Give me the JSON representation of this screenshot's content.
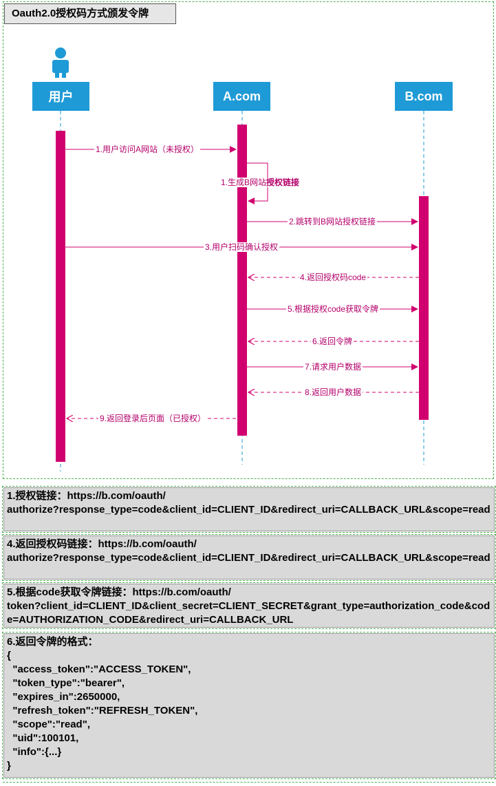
{
  "title": "Oauth2.0授权码方式颁发令牌",
  "actors": [
    "用户",
    "A.com",
    "B.com"
  ],
  "messages": {
    "m1": "1.用户访问A网站（未授权）",
    "m1b_prefix": "1.生成B网站",
    "m1b_bold": "授权链接",
    "m2": "2.跳转到B网站授权链接",
    "m3": "3.用户扫码确认授权",
    "m4": "4.返回授权码code",
    "m5": "5.根据授权code获取令牌",
    "m6": "6.返回令牌",
    "m7": "7.请求用户数据",
    "m8": "8.返回用户数据",
    "m9": "9.返回登录后页面（已授权）"
  },
  "notes": {
    "n1_head": "1.授权链接：https://b.com/oauth/",
    "n1_body": "authorize?response_type=code&client_id=CLIENT_ID&redirect_uri=CALLBACK_URL&scope=read",
    "n4_head": "4.返回授权码链接：https://b.com/oauth/",
    "n4_body": "authorize?response_type=code&client_id=CLIENT_ID&redirect_uri=CALLBACK_URL&scope=read",
    "n5_head": "5.根据code获取令牌链接：https://b.com/oauth/",
    "n5_body": "token?client_id=CLIENT_ID&client_secret=CLIENT_SECRET&grant_type=authorization_code&code=AUTHORIZATION_CODE&redirect_uri=CALLBACK_URL",
    "n6_head": "6.返回令牌的格式：",
    "n6_lines": [
      "{",
      "  \"access_token\":\"ACCESS_TOKEN\",",
      "  \"token_type\":\"bearer\",",
      "  \"expires_in\":2650000,",
      "  \"refresh_token\":\"REFRESH_TOKEN\",",
      "  \"scope\":\"read\",",
      "  \"uid\":100101,",
      "  \"info\":{...}",
      "}"
    ]
  },
  "colors": {
    "actor": "#1e9ad6",
    "activation": "#d1006f",
    "message": "#b4006a",
    "lifeline": "#1e9ad6",
    "frame": "#4caf50",
    "note_bg": "#d9d9d9"
  },
  "icons": {
    "user": "person-icon"
  }
}
